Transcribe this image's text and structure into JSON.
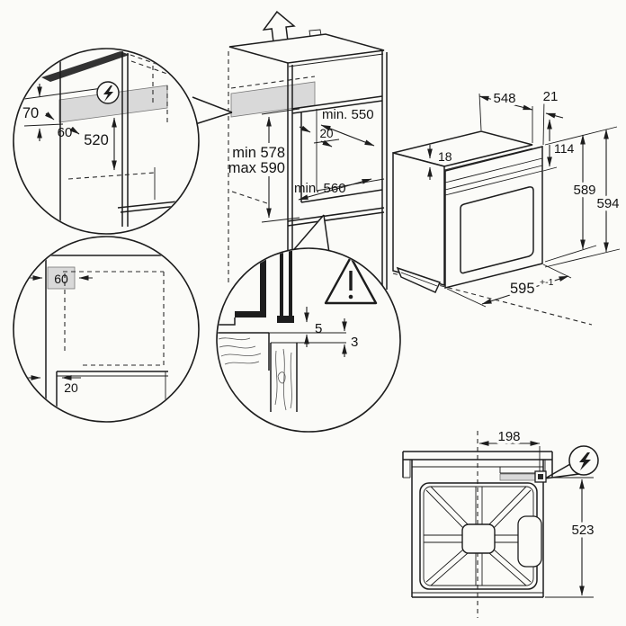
{
  "diagram": {
    "type": "appliance-installation-diagram",
    "subject": "built-in oven installation and cabinet niche dimensions",
    "colors": {
      "line": "#1d1d1d",
      "shading": "#d9d9d9",
      "background": "#fbfbf8"
    },
    "icons": {
      "electrical": "lightning-bolt-in-circle",
      "warning": "exclamation-triangle",
      "direction": "up-arrow"
    },
    "detail_electrical": {
      "dim_70": "70",
      "dim_60": "60",
      "dim_520": "520"
    },
    "niche": {
      "min_depth": "min. 550",
      "vent_gap": "20",
      "min_height": "min 578",
      "max_height": "max 590",
      "min_width": "min. 560"
    },
    "oven": {
      "depth": "548",
      "door_depth": "21",
      "top_inset": "18",
      "panel_height": "114",
      "body_height": "589",
      "total_height": "594",
      "width": "595",
      "width_tolerance": "+-1"
    },
    "detail_side": {
      "rear_gap": "60",
      "front_gap": "20"
    },
    "detail_front_gap": {
      "gap_top": "5",
      "gap_bottom": "3"
    },
    "top_view": {
      "terminal_offset": "198",
      "depth": "523"
    }
  }
}
